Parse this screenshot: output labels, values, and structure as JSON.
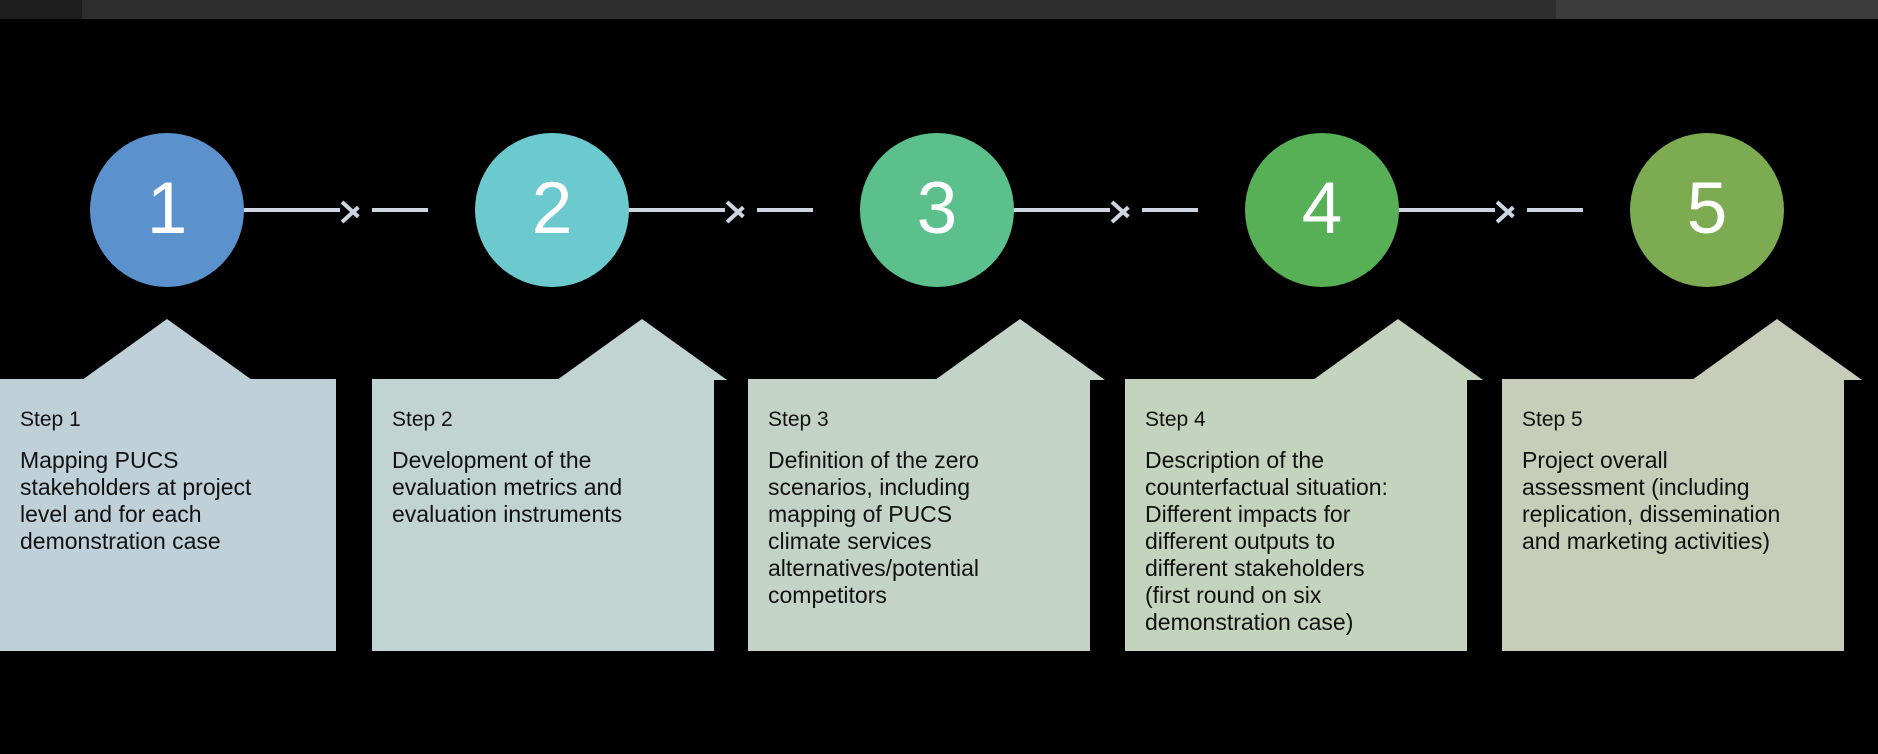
{
  "window": {
    "chrome": {
      "strip_color": "#3c3c3c",
      "tabstrip_color": "#2d2d2d",
      "active_tab_color": "#1e1e1e"
    },
    "background_color": "#000000"
  },
  "diagram": {
    "type": "process-flow",
    "orientation": "horizontal",
    "connector_color": "#ccd6e2",
    "steps": [
      {
        "number": "1",
        "label": "Step 1",
        "description": "Mapping PUCS\nstakeholders at project\nlevel and for each\ndemonstration case",
        "circle_color": "#5b92ce",
        "box_color": "#bfd0d9",
        "number_color": "#ffffff",
        "text_color": "#111111"
      },
      {
        "number": "2",
        "label": "Step 2",
        "description": "Development of the\nevaluation metrics and\nevaluation instruments",
        "circle_color": "#6cc9ce",
        "box_color": "#c2d4d2",
        "number_color": "#ffffff",
        "text_color": "#111111"
      },
      {
        "number": "3",
        "label": "Step 3",
        "description": "Definition of the zero\nscenarios, including\nmapping of PUCS\nclimate services\nalternatives/potential\ncompetitors",
        "circle_color": "#5cc08c",
        "box_color": "#c4d3c8",
        "number_color": "#ffffff",
        "text_color": "#111111"
      },
      {
        "number": "4",
        "label": "Step 4",
        "description": "Description of the\ncounterfactual situation:\nDifferent impacts for\ndifferent outputs to\ndifferent stakeholders\n(first round on six\ndemonstration case)",
        "circle_color": "#57af56",
        "box_color": "#c3d3bd",
        "number_color": "#ffffff",
        "text_color": "#111111"
      },
      {
        "number": "5",
        "label": "Step 5",
        "description": "Project overall\nassessment (including\nreplication, dissemination\nand marketing activities)",
        "circle_color": "#7cab51",
        "box_color": "#c7cdb8",
        "number_color": "#ffffff",
        "text_color": "#111111"
      }
    ],
    "connectors": [
      {
        "from": "1",
        "to": "2",
        "arrow": "chevron-right-icon"
      },
      {
        "from": "2",
        "to": "3",
        "arrow": "chevron-right-icon"
      },
      {
        "from": "3",
        "to": "4",
        "arrow": "chevron-right-icon"
      },
      {
        "from": "4",
        "to": "5",
        "arrow": "chevron-right-icon"
      }
    ]
  }
}
